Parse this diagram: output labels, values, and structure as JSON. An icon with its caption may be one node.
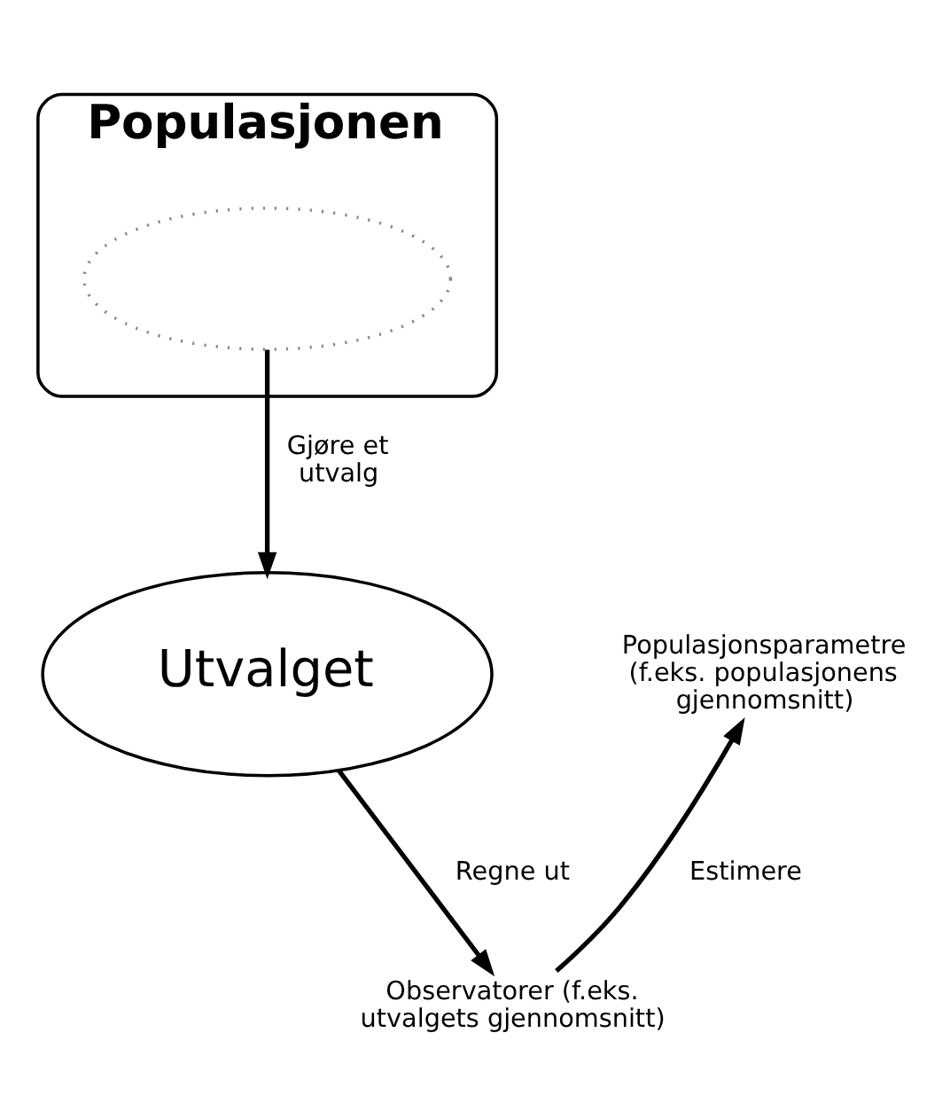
{
  "diagram": {
    "nodes": [
      {
        "text": [
          "Populasjonen"
        ]
      },
      {
        "text": [],
        "shape": "cloud",
        "in": 0
      },
      {
        "text": [
          "Populasjonsparametre (f.eks. populasjonens gjennomsnitt)"
        ]
      },
      {
        "text": [
          "Utvalget"
        ]
      },
      {
        "text": [
          "Observatorer (f.eks. utvalgets gjennomsnitt)"
        ]
      }
    ],
    "edges": [
      {
        "from": 1,
        "to": 3,
        "arrow": "to",
        "label": "Gjøre et utvalg"
      },
      {
        "from": 3,
        "to": 4,
        "arrow": "to",
        "label": "Regne ut"
      },
      {
        "from": 4,
        "to": 2,
        "arrow": "to",
        "label": "Estimere"
      }
    ]
  }
}
